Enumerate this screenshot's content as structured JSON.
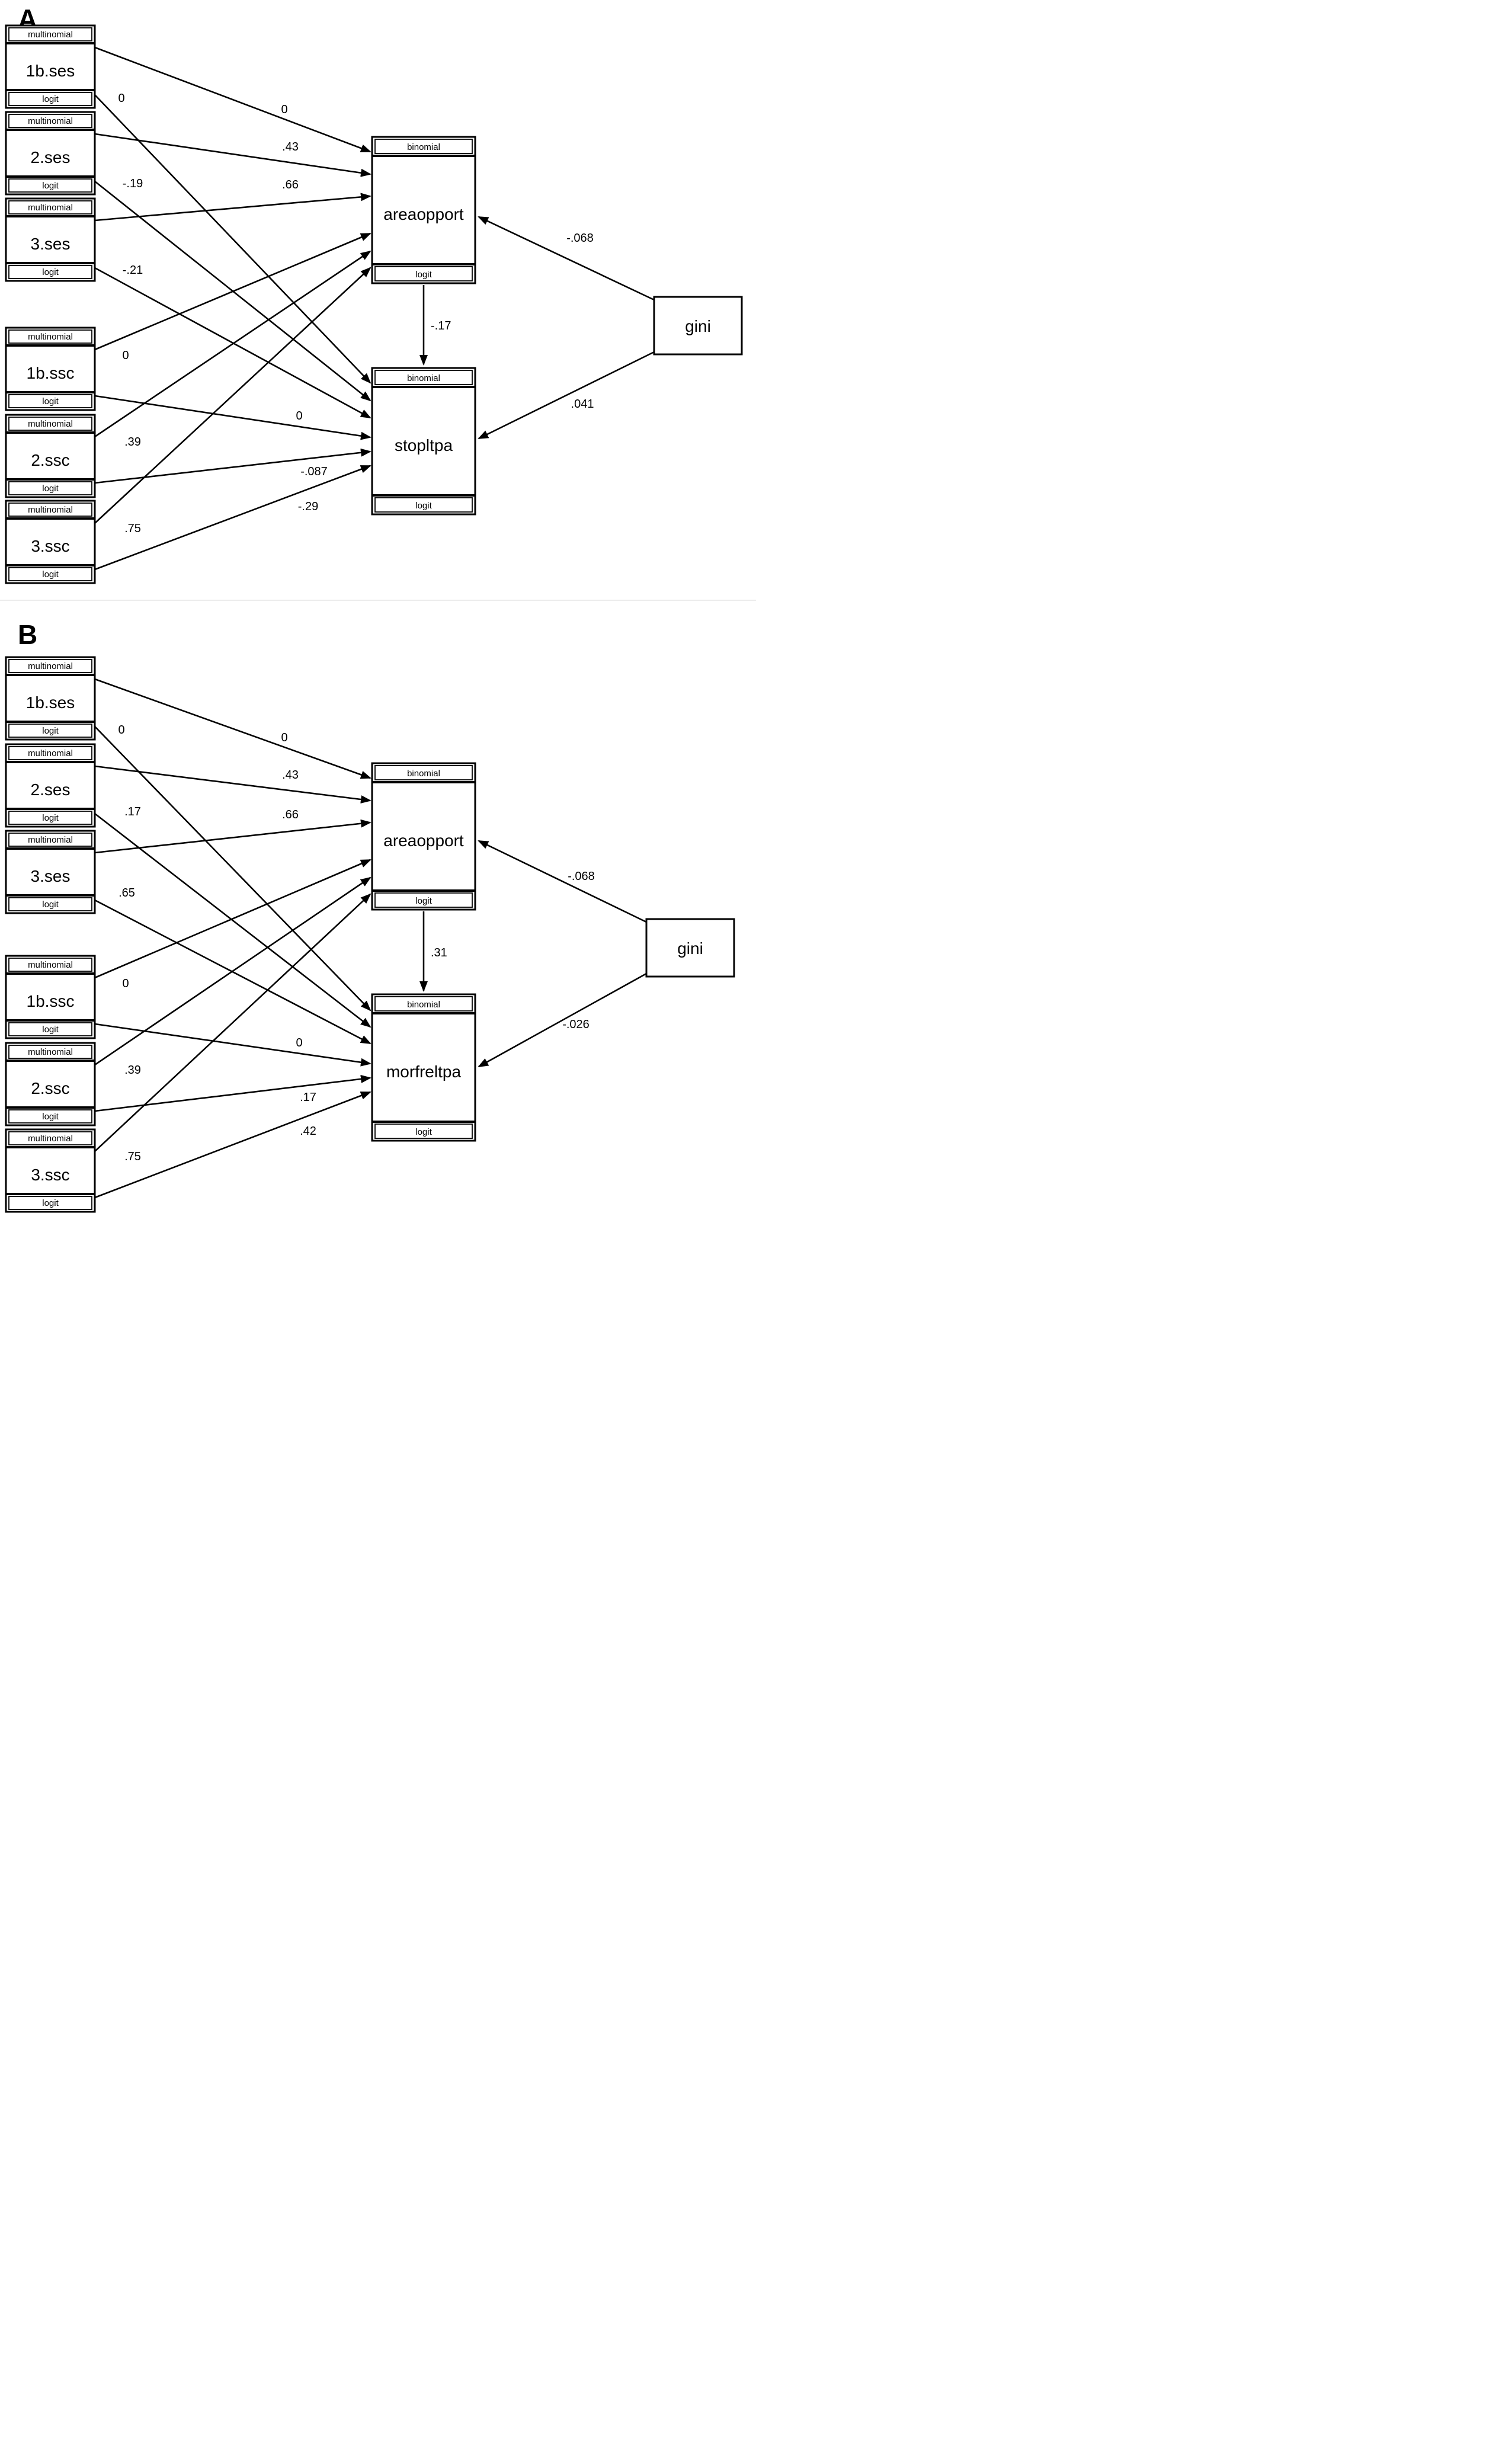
{
  "colors": {
    "line": "#000000",
    "background": "#ffffff",
    "separator": "#ececec"
  },
  "panels": [
    {
      "label": "A",
      "predictor_boxes": [
        {
          "header": "multinomial",
          "name": "1b.ses",
          "footer": "logit"
        },
        {
          "header": "multinomial",
          "name": "2.ses",
          "footer": "logit"
        },
        {
          "header": "multinomial",
          "name": "3.ses",
          "footer": "logit"
        },
        {
          "header": "multinomial",
          "name": "1b.ssc",
          "footer": "logit"
        },
        {
          "header": "multinomial",
          "name": "2.ssc",
          "footer": "logit"
        },
        {
          "header": "multinomial",
          "name": "3.ssc",
          "footer": "logit"
        }
      ],
      "outcome_boxes": [
        {
          "header": "binomial",
          "name": "areaopport",
          "footer": "logit"
        },
        {
          "header": "binomial",
          "name": "stopltpa",
          "footer": "logit"
        }
      ],
      "covariate_box": {
        "name": "gini"
      },
      "coefficients": {
        "ses_to_outcome1": [
          "0",
          ".43",
          ".66"
        ],
        "ses_to_outcome2": [
          "0",
          "-.19",
          "-.21"
        ],
        "ssc_to_outcome1": [
          "0",
          ".39",
          ".75"
        ],
        "ssc_to_outcome2": [
          "0",
          "-.087",
          "-.29"
        ],
        "outcome1_to_outcome2": "-.17",
        "gini_to_outcome1": "-.068",
        "gini_to_outcome2": ".041"
      }
    },
    {
      "label": "B",
      "predictor_boxes": [
        {
          "header": "multinomial",
          "name": "1b.ses",
          "footer": "logit"
        },
        {
          "header": "multinomial",
          "name": "2.ses",
          "footer": "logit"
        },
        {
          "header": "multinomial",
          "name": "3.ses",
          "footer": "logit"
        },
        {
          "header": "multinomial",
          "name": "1b.ssc",
          "footer": "logit"
        },
        {
          "header": "multinomial",
          "name": "2.ssc",
          "footer": "logit"
        },
        {
          "header": "multinomial",
          "name": "3.ssc",
          "footer": "logit"
        }
      ],
      "outcome_boxes": [
        {
          "header": "binomial",
          "name": "areaopport",
          "footer": "logit"
        },
        {
          "header": "binomial",
          "name": "morfreltpa",
          "footer": "logit"
        }
      ],
      "covariate_box": {
        "name": "gini"
      },
      "coefficients": {
        "ses_to_outcome1": [
          "0",
          ".43",
          ".66"
        ],
        "ses_to_outcome2": [
          "0",
          ".17",
          ".65"
        ],
        "ssc_to_outcome1": [
          "0",
          ".39",
          ".75"
        ],
        "ssc_to_outcome2": [
          "0",
          ".17",
          ".42"
        ],
        "outcome1_to_outcome2": ".31",
        "gini_to_outcome1": "-.068",
        "gini_to_outcome2": "-.026"
      }
    }
  ]
}
